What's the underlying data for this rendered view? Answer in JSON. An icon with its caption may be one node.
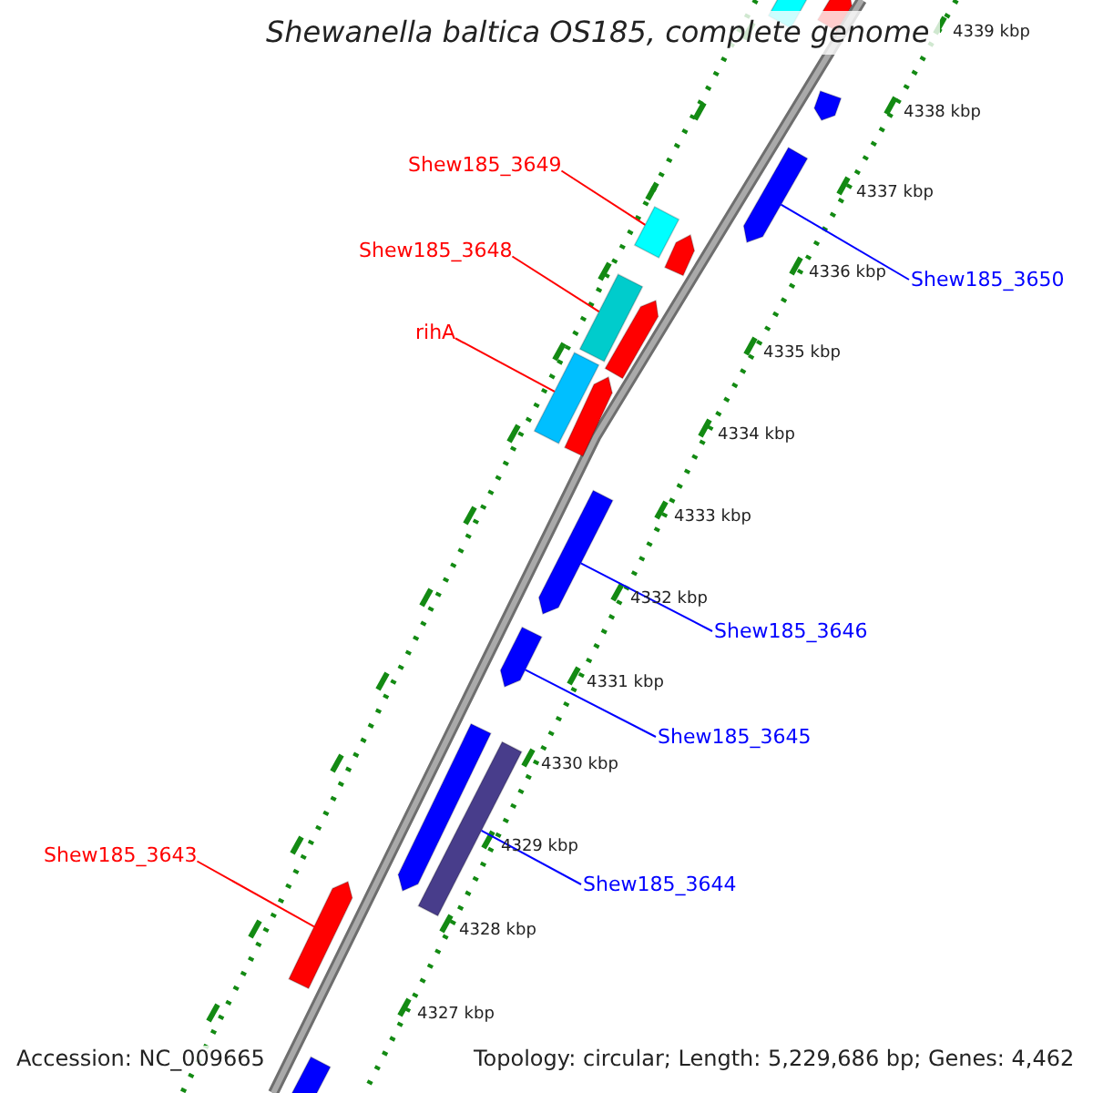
{
  "diagram": {
    "title": "Shewanella baltica OS185, complete genome",
    "nodes": [
      {
        "text": [
          "Shew185_3649"
        ]
      },
      {
        "text": [
          "Shew185_3648"
        ]
      },
      {
        "text": [
          "rihA"
        ]
      },
      {
        "text": [
          "Shew185_3650"
        ]
      },
      {
        "text": [
          "Shew185_3646"
        ]
      },
      {
        "text": [
          "Shew185_3645"
        ]
      },
      {
        "text": [
          "Shew185_3644"
        ]
      },
      {
        "text": [
          "Shew185_3643"
        ]
      },
      {
        "text": [],
        "shape": "arrow"
      },
      {
        "text": [],
        "shape": "arrow"
      },
      {
        "text": [],
        "shape": "arrow"
      },
      {
        "text": [],
        "shape": "arrow"
      },
      {
        "text": [],
        "shape": "box"
      },
      {
        "text": [],
        "shape": "arrow"
      },
      {
        "text": [],
        "shape": "box"
      },
      {
        "text": [],
        "shape": "arrow"
      },
      {
        "text": [],
        "shape": "box"
      },
      {
        "text": [],
        "shape": "arrow"
      },
      {
        "text": [],
        "shape": "arrow"
      },
      {
        "text": [],
        "shape": "arrow"
      },
      {
        "text": [],
        "shape": "arrow"
      },
      {
        "text": [],
        "shape": "box"
      },
      {
        "text": [],
        "shape": "arrow"
      },
      {
        "text": [],
        "shape": "arrow"
      }
    ],
    "edges": [
      {
        "from": 0,
        "to": 12,
        "arrow": "none"
      },
      {
        "from": 1,
        "to": 14,
        "arrow": "none"
      },
      {
        "from": 2,
        "to": 16,
        "arrow": "none"
      },
      {
        "from": 3,
        "to": 11,
        "arrow": "none",
        "color": "#0000ff"
      },
      {
        "from": 4,
        "to": 18,
        "arrow": "none",
        "color": "#0000ff"
      },
      {
        "from": 5,
        "to": 19,
        "arrow": "none",
        "color": "#0000ff"
      },
      {
        "from": 6,
        "to": 21,
        "arrow": "none",
        "color": "#0000ff"
      },
      {
        "from": 7,
        "to": 22,
        "arrow": "none"
      }
    ],
    "labels": [
      "4339 kbp",
      "4338 kbp",
      "4337 kbp",
      "4336 kbp",
      "4335 kbp",
      "4334 kbp",
      "4333 kbp",
      "4332 kbp",
      "4331 kbp",
      "4330 kbp",
      "4329 kbp",
      "4328 kbp",
      "4327 kbp",
      "Accession: NC_009665",
      "Topology: circular; Length: 5,229,686 bp; Genes: 4,462"
    ]
  }
}
